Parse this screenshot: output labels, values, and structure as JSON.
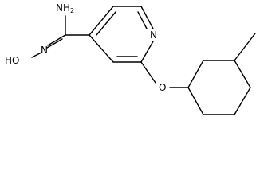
{
  "molecule": {
    "atoms": {
      "amine_nh2": "NH2",
      "oxime_oh": "HO",
      "oxime_n": "N",
      "pyridine_n": "N",
      "ether_o": "O"
    }
  },
  "colors": {
    "bond": "#000000",
    "label": "#000000",
    "background": "#ffffff"
  }
}
